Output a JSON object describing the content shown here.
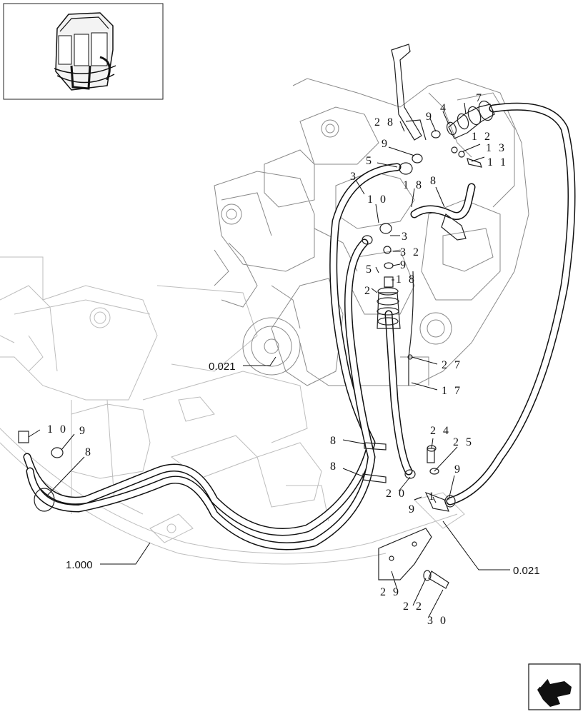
{
  "callouts": {
    "c1": "1 0",
    "c2": "9",
    "c3": "8",
    "c4": "8",
    "c5": "8",
    "c6": "2 0",
    "c7": "9",
    "c8": "1",
    "c9": "2 4",
    "c10": "2 5",
    "c11": "9",
    "c12": "2 9",
    "c13": "2 2",
    "c14": "3 0",
    "c15": "2 7",
    "c16": "1 7",
    "c17": "2 8",
    "c18": "9",
    "c19": "4",
    "c20": "7",
    "c21": "1 2",
    "c22": "1 3",
    "c23": "1 1",
    "c24": "9",
    "c25": "5",
    "c26": "3",
    "c27": "1 8",
    "c28": "8",
    "c29": "1 0",
    "c30": "3",
    "c31": "3 2",
    "c32": "5",
    "c33": "9",
    "c34": "1 8",
    "c35": "2"
  },
  "refs": {
    "r1": "0.021",
    "r2": "1.000",
    "r3": "0.021"
  },
  "icons": {
    "thumbnail": "cab-thumbnail-icon",
    "nav": "next-page-arrow-icon"
  }
}
